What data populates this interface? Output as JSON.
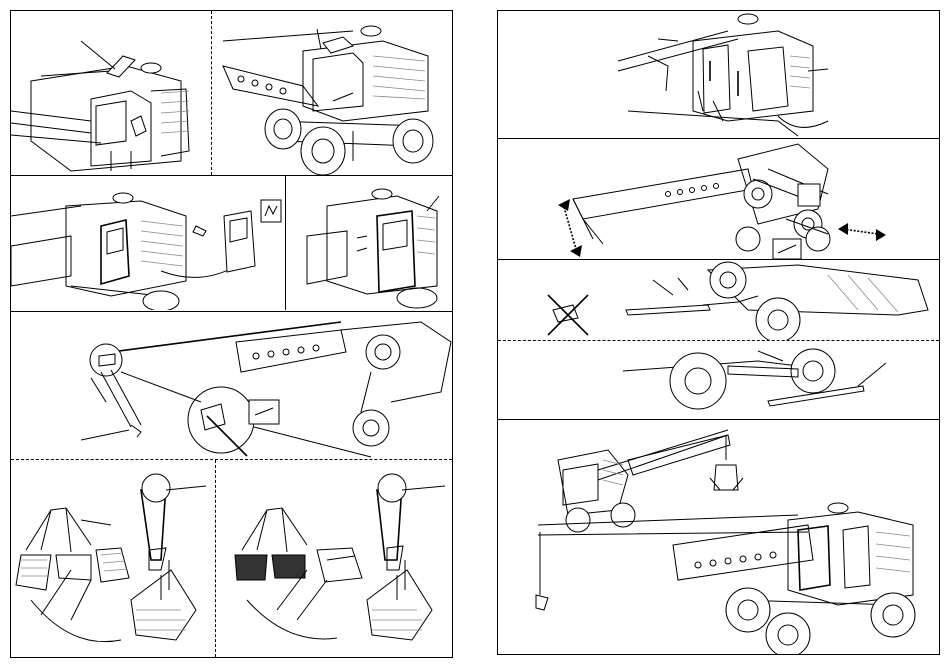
{
  "document": {
    "type": "assembly-instructions",
    "left_page": {
      "step_count": 5
    },
    "right_page": {
      "step_count": 5
    }
  },
  "icons": {
    "hand": "hand-icon",
    "glue": "glue-tube-icon",
    "no": "cross-out-icon"
  }
}
